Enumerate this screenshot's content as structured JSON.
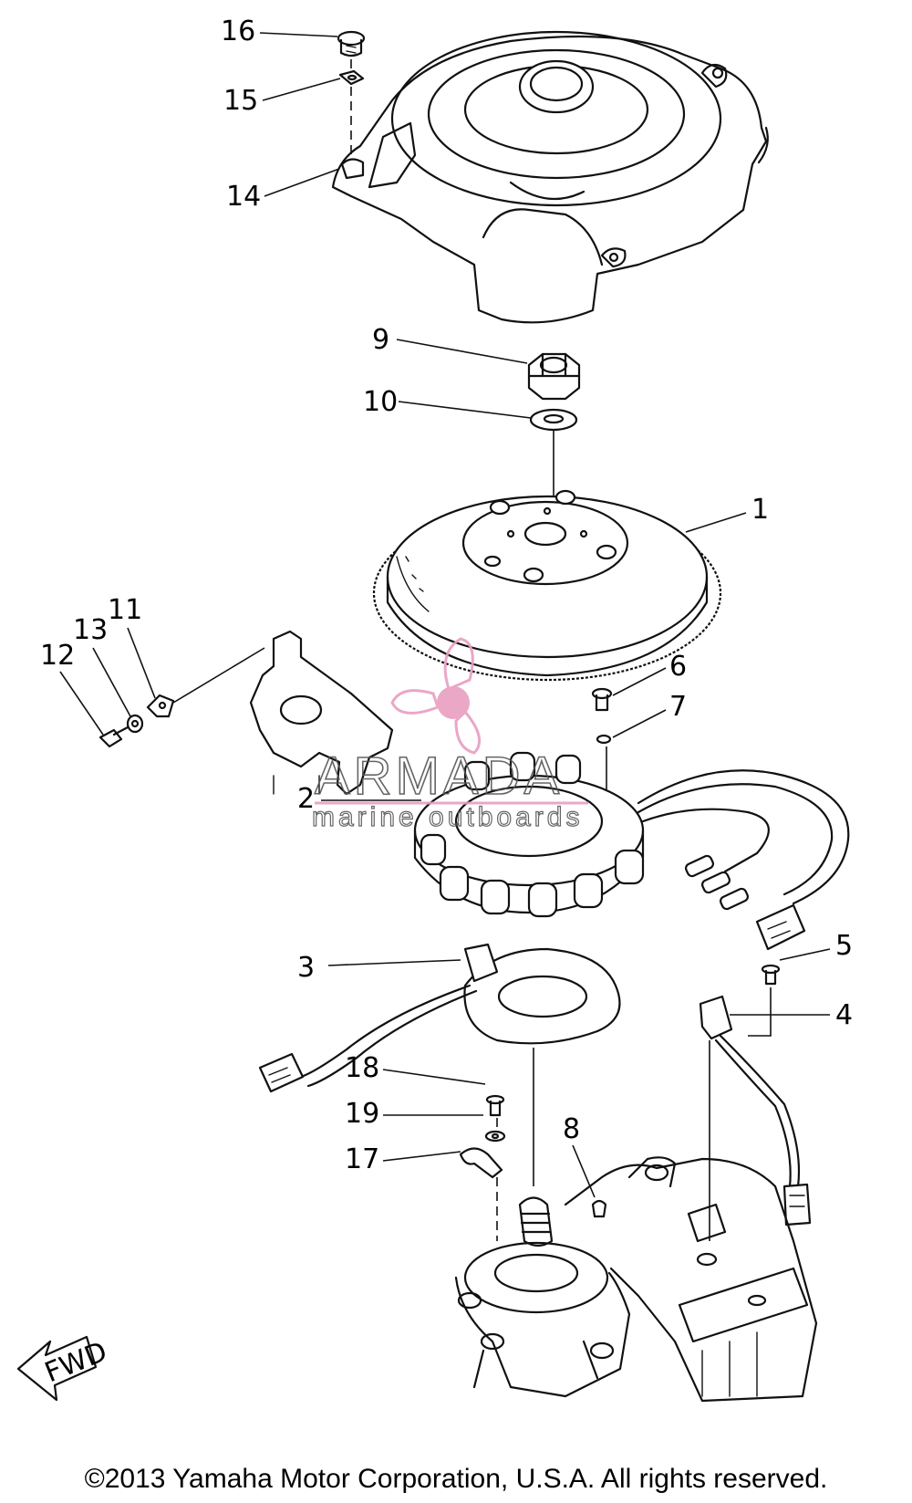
{
  "callouts": {
    "c1": "1",
    "c2": "2",
    "c3": "3",
    "c4": "4",
    "c5": "5",
    "c6": "6",
    "c7": "7",
    "c8": "8",
    "c9": "9",
    "c10": "10",
    "c11": "11",
    "c12": "12",
    "c13": "13",
    "c14": "14",
    "c15": "15",
    "c16": "16",
    "c17": "17",
    "c18": "18",
    "c19": "19"
  },
  "watermark": {
    "title": "ARMADA",
    "subtitle": "marine outboards",
    "accent_color": "#e89ec0"
  },
  "fwd_label": "FWD",
  "copyright": "©2013 Yamaha Motor Corporation, U.S.A. All rights reserved."
}
